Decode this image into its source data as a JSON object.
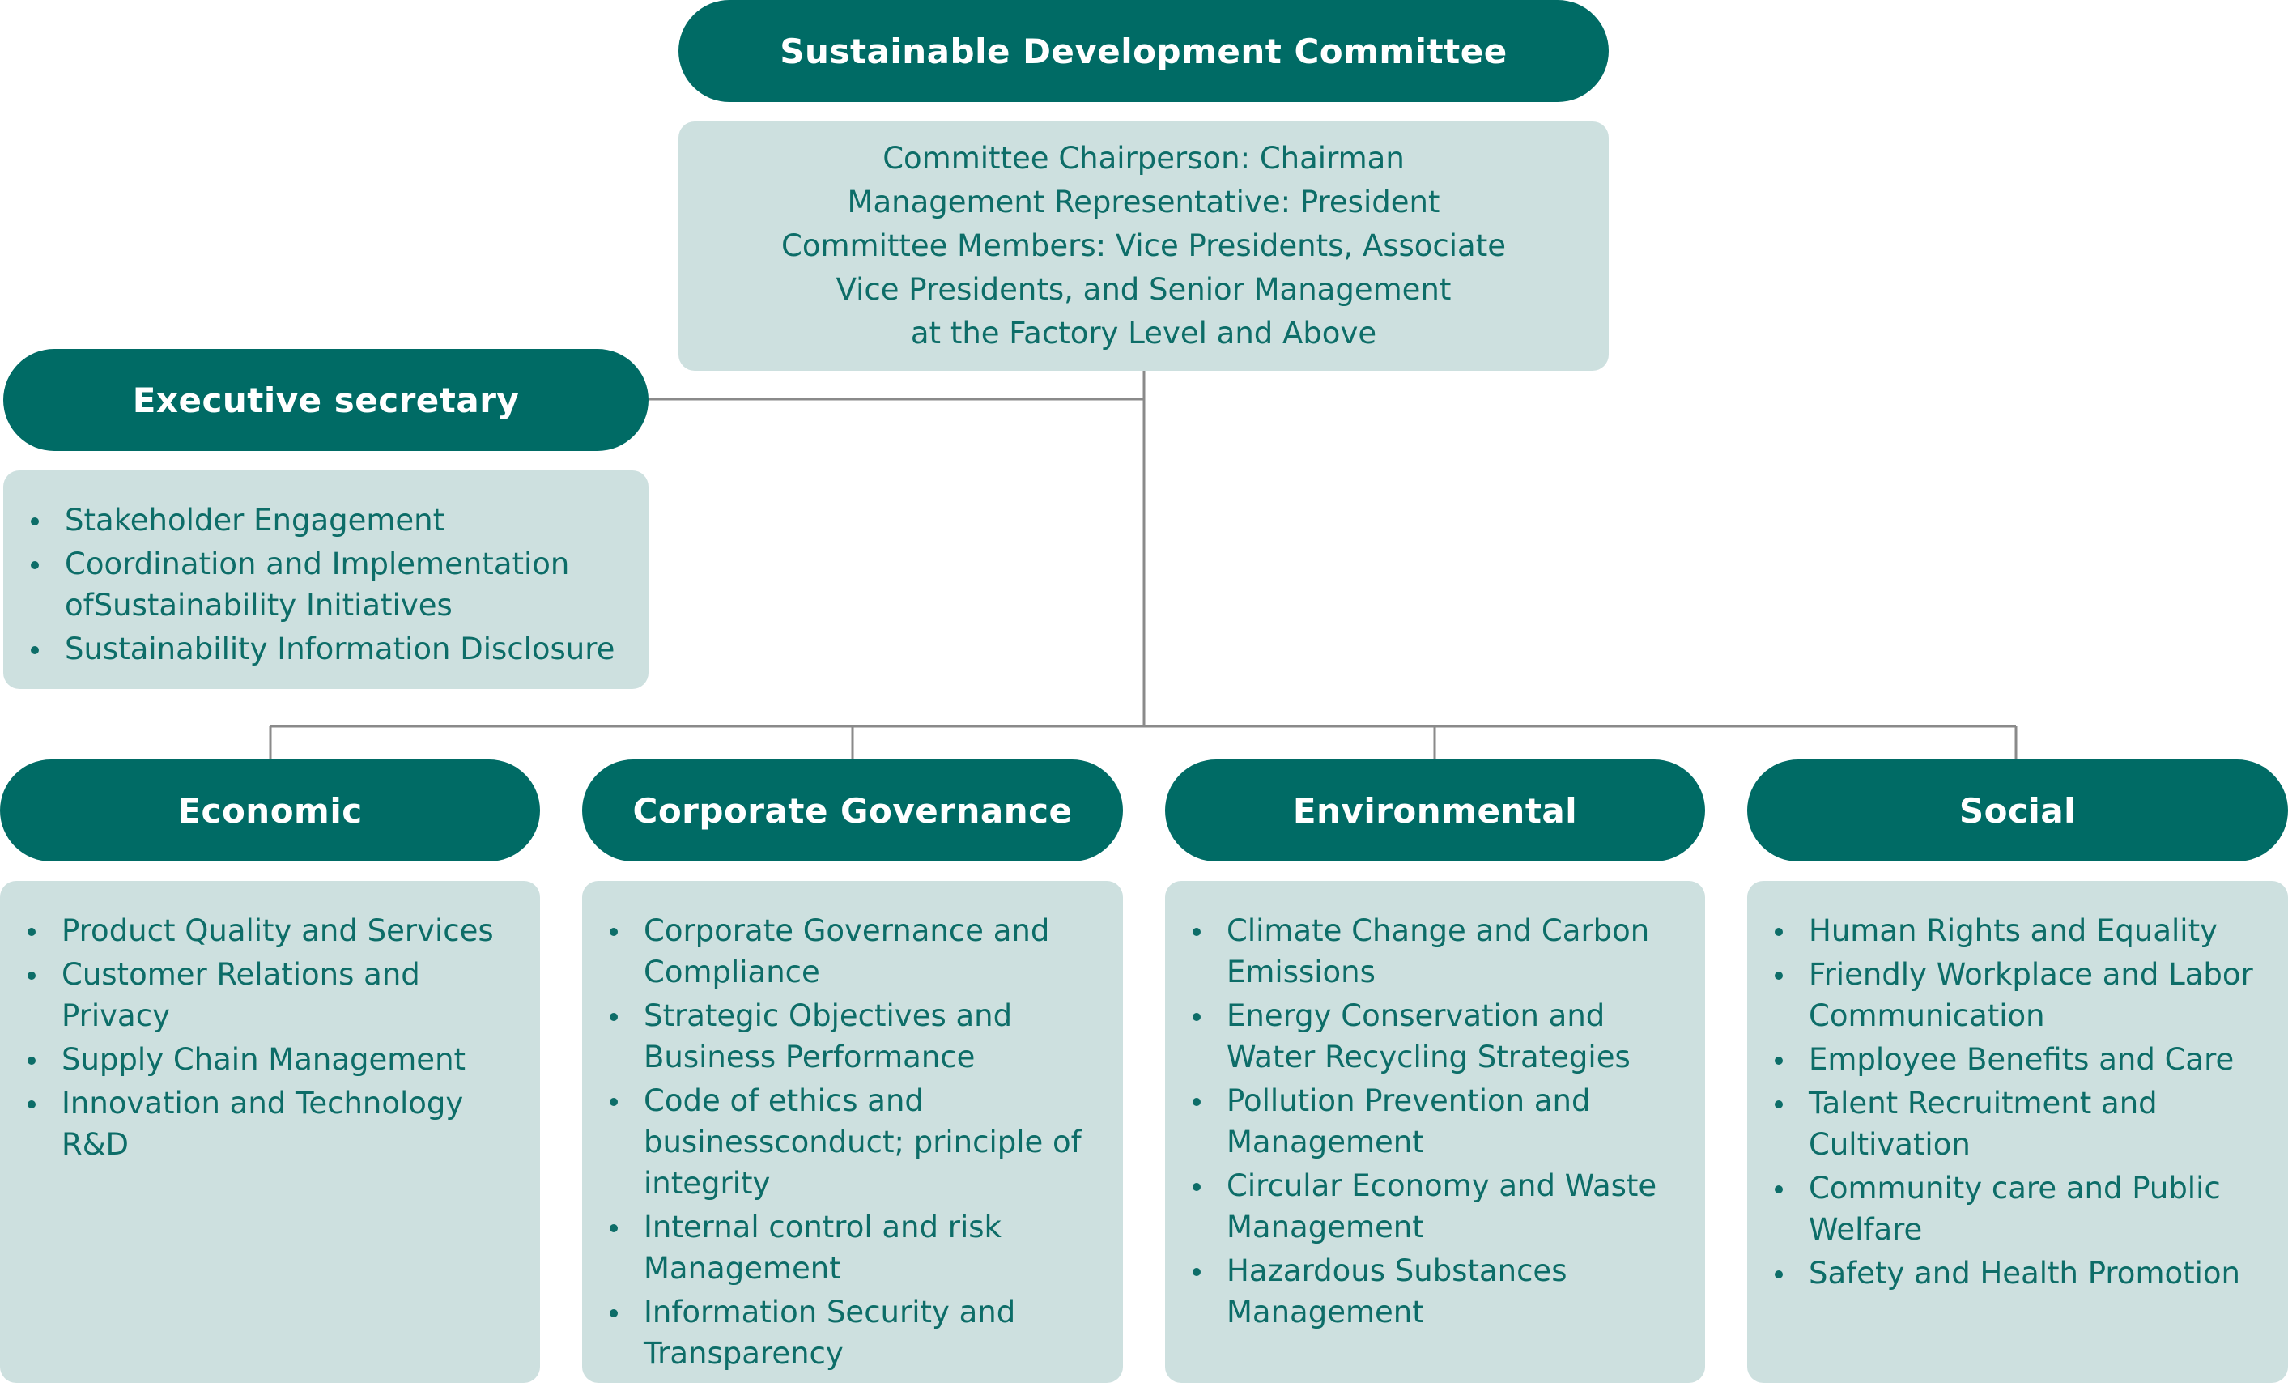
{
  "committee": {
    "title": "Sustainable Development Committee",
    "details": [
      "Committee Chairperson: Chairman",
      "Management Representative: President",
      "Committee Members: Vice Presidents, Associate",
      "Vice Presidents, and Senior Management",
      "at the Factory Level and Above"
    ]
  },
  "executive": {
    "title": "Executive secretary",
    "items": [
      "Stakeholder Engagement",
      "Coordination and Implementation ofSustainability Initiatives",
      "Sustainability Information Disclosure"
    ]
  },
  "categories": [
    {
      "title": "Economic",
      "items": [
        "Product Quality and Services",
        "Customer Relations and Privacy",
        "Supply Chain Management",
        "Innovation and Technology R&D"
      ]
    },
    {
      "title": "Corporate Governance",
      "items": [
        "Corporate Governance and Compliance",
        "Strategic Objectives and Business Performance",
        "Code of ethics and businessconduct; principle of integrity",
        "Internal control and risk Management",
        "Information Security and Transparency"
      ]
    },
    {
      "title": "Environmental",
      "items": [
        "Climate Change and Carbon Emissions",
        "Energy Conservation and Water Recycling Strategies",
        "Pollution Prevention and Management",
        "Circular Economy and Waste Management",
        "Hazardous Substances Management"
      ]
    },
    {
      "title": "Social",
      "items": [
        "Human Rights and Equality",
        "Friendly Workplace and Labor Communication",
        "Employee Benefits and Care",
        "Talent Recruitment and Cultivation",
        "Community care and Public Welfare",
        "Safety and Health Promotion"
      ]
    }
  ]
}
